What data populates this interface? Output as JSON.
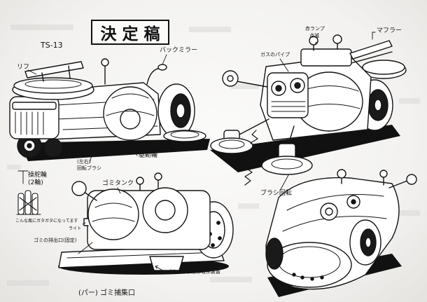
{
  "sheet": {
    "title": "決定稿",
    "code": "TS-13"
  },
  "labels": {
    "back_mirror": "バックミラー",
    "lift": "リフ",
    "red_lamp": "赤ランプ",
    "blink": "点滅",
    "muffler": "マフラー",
    "gas_pipe": "ガスのパイプ",
    "drive_wheel": "駆動輪",
    "left_right": "(左右)",
    "rotating_brush": "回転ブラシ",
    "steer_wheel": "操舵輪",
    "two_wheels": "(2輪)",
    "garbage_tank": "ゴミタンク",
    "rattle_note": "こんな風にガタガタになってます",
    "light": "ライト",
    "garbage_outlet": "ゴミの排出口(固定)",
    "brush_rotation": "ブラシ回転",
    "water_device": "ブラシの中には吸水装置",
    "bottom_note": "(パー) ゴミ捕集口"
  }
}
